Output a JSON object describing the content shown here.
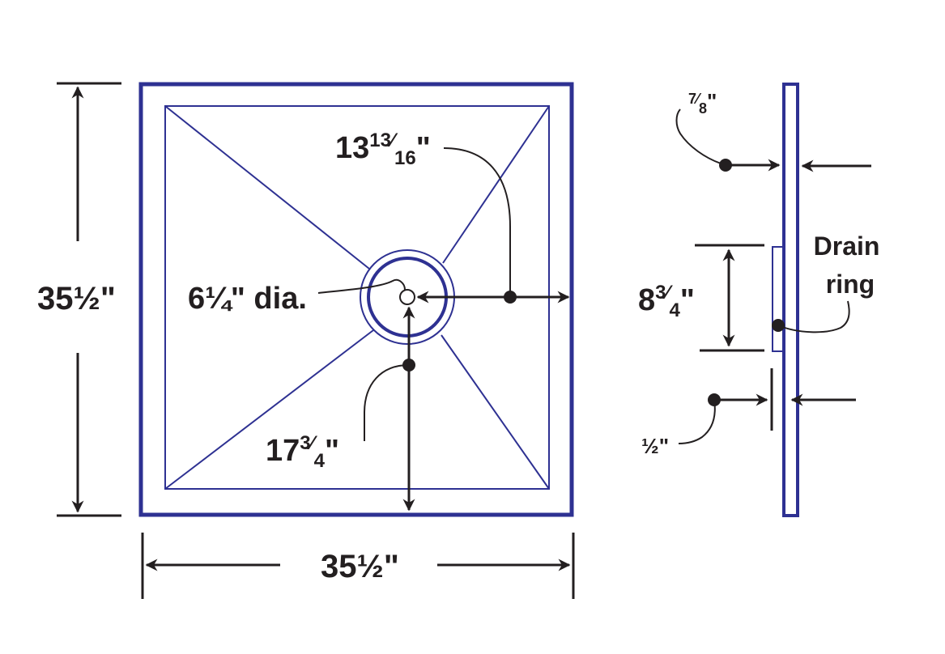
{
  "colors": {
    "outline": "#2e3192",
    "dimension": "#231f20",
    "background": "#ffffff"
  },
  "labels": {
    "height": {
      "whole": "35",
      "fraction": "½",
      "unit": "\""
    },
    "width": {
      "whole": "35",
      "fraction": "½",
      "unit": "\""
    },
    "drain_offset_x": {
      "whole": "13",
      "num": "13",
      "slash": "⁄",
      "den": "16",
      "unit": "\""
    },
    "drain_offset_y": {
      "whole": "17",
      "num": "3",
      "slash": "⁄",
      "den": "4",
      "unit": "\""
    },
    "drain_diameter": {
      "whole": "6",
      "fraction": "¼",
      "unit": "\"",
      "suffix": " dia."
    },
    "thickness": {
      "num": "7",
      "slash": "⁄",
      "den": "8",
      "unit": "\""
    },
    "ring_height": {
      "whole": "8",
      "num": "3",
      "slash": "⁄",
      "den": "4",
      "unit": "\""
    },
    "ring_depth": {
      "fraction": "½",
      "unit": "\""
    },
    "drain_ring": {
      "line1": "Drain",
      "line2": "ring"
    }
  }
}
